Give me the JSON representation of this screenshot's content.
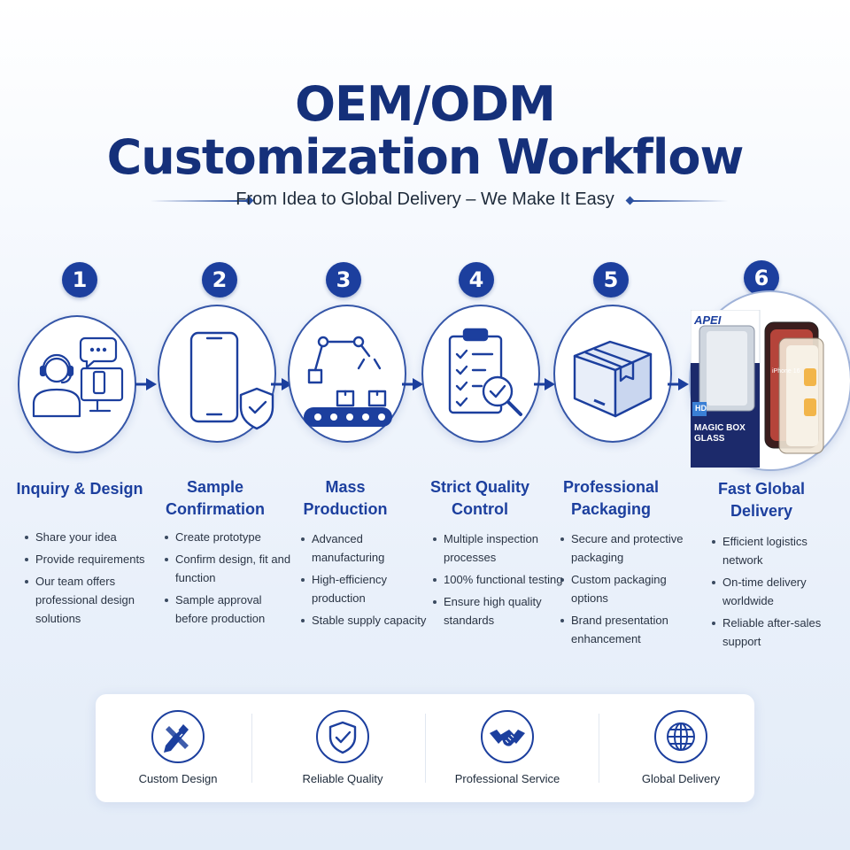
{
  "header": {
    "title_line1": "OEM/ODM",
    "title_line2": "Customization Workflow",
    "subtitle": "From Idea to Global Delivery – We Make It Easy"
  },
  "steps": [
    {
      "number": "1",
      "title_line1": "Inquiry & Design",
      "title_line2": "",
      "bullets": [
        "Share your idea",
        "Provide requirements",
        "Our team offers professional design solutions"
      ]
    },
    {
      "number": "2",
      "title_line1": "Sample",
      "title_line2": "Confirmation",
      "bullets": [
        "Create prototype",
        "Confirm design, fit and function",
        "Sample approval before production"
      ]
    },
    {
      "number": "3",
      "title_line1": "Mass",
      "title_line2": "Production",
      "bullets": [
        "Advanced manufacturing",
        "High-efficiency production",
        "Stable supply capacity"
      ]
    },
    {
      "number": "4",
      "title_line1": "Strict Quality",
      "title_line2": "Control",
      "bullets": [
        "Multiple inspection processes",
        "100% functional testing",
        "Ensure high quality standards"
      ]
    },
    {
      "number": "5",
      "title_line1": "Professional",
      "title_line2": "Packaging",
      "bullets": [
        "Secure and protective packaging",
        "Custom packaging options",
        "Brand presentation enhancement"
      ]
    },
    {
      "number": "6",
      "title_line1": "Fast Global",
      "title_line2": "Delivery",
      "bullets": [
        "Efficient logistics network",
        "On-time delivery worldwide",
        "Reliable after-sales support"
      ]
    }
  ],
  "product_box": {
    "brand": "APEI",
    "badge": "HD",
    "name_line1": "MAGIC BOX",
    "name_line2": "GLASS",
    "phone_label": "iPhone 16"
  },
  "icons": {
    "step1": "support-agent-icon",
    "step2": "phone-shield-icon",
    "step3": "robot-arm-conveyor-icon",
    "step4": "checklist-magnifier-icon",
    "step5": "package-box-icon",
    "step6": "product-package-image",
    "arrow": "arrow-right-icon"
  },
  "features": [
    {
      "label": "Custom Design",
      "icon": "pencil-ruler-icon"
    },
    {
      "label": "Reliable Quality",
      "icon": "shield-check-icon"
    },
    {
      "label": "Professional Service",
      "icon": "handshake-icon"
    },
    {
      "label": "Global Delivery",
      "icon": "globe-icon"
    }
  ],
  "colors": {
    "primary": "#1c3f9e",
    "title": "#15307a",
    "text": "#2a3444"
  }
}
